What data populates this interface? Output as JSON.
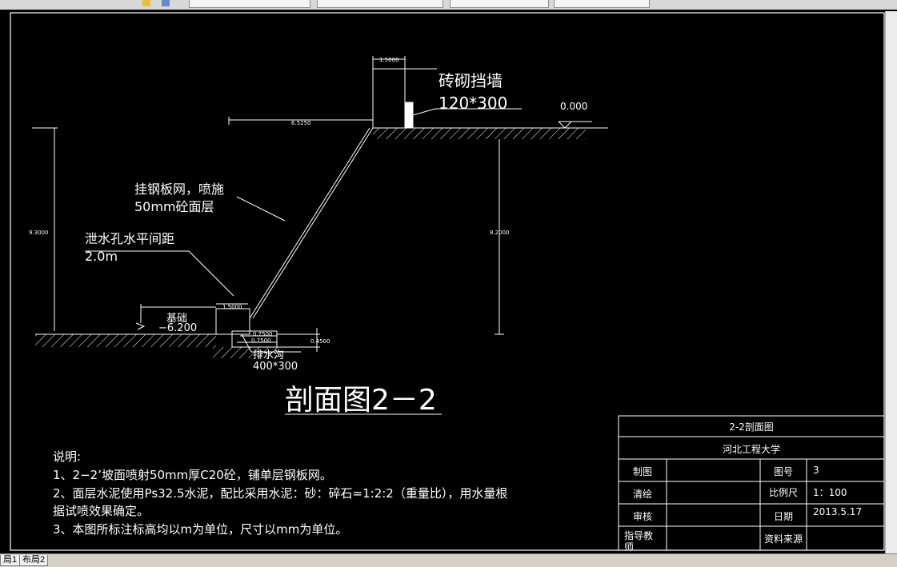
{
  "toolbar": {
    "fields": [
      "",
      "",
      "",
      "",
      ""
    ]
  },
  "drawing": {
    "title": "剖面图2－2",
    "wall_label": "砖砌挡墙",
    "wall_size": "120*300",
    "ground_level": "0.000",
    "slope_label_1": "挂钢板网，喷施",
    "slope_label_2": "50mm砼面层",
    "drain_hole_label_1": "泄水孔水平间距",
    "drain_hole_label_2": "2.0m",
    "base_label": "基础",
    "base_level": "−6.200",
    "ditch_label": "排水沟",
    "ditch_size": "400*300",
    "dims": {
      "wall_width": "1.5000",
      "top_offset": "6.5250",
      "left_height": "9.3000",
      "right_height": "8.2000",
      "base_width": "1.5000",
      "ditch_a": "0.7500",
      "ditch_b": "0.7500",
      "ditch_depth": "0.4500"
    }
  },
  "notes": {
    "heading": "说明:",
    "items": [
      "1、2−2’坡面喷射50mm厚C20砼，铺单层钢板网。",
      "2、面层水泥使用Ps32.5水泥，配比采用水泥：砂：碎石=1:2:2（重量比），用水量根",
      "据试喷效果确定。",
      "3、本图所标注标高均以m为单位，尺寸以mm为单位。"
    ]
  },
  "title_block": {
    "drawing_name": "2-2剖面图",
    "organization": "河北工程大学",
    "rows": [
      {
        "label": "制图",
        "value": "",
        "label2": "图号",
        "value2": "3"
      },
      {
        "label": "清绘",
        "value": "",
        "label2": "比例尺",
        "value2": "1：100"
      },
      {
        "label": "审核",
        "value": "",
        "label2": "日期",
        "value2": "2013.5.17"
      },
      {
        "label": "指导教师",
        "value": "",
        "label2": "资料来源",
        "value2": ""
      }
    ]
  },
  "tabs": [
    "局1",
    "布局2"
  ],
  "colors": {
    "background": "#000000",
    "lines": "#ffffff"
  }
}
